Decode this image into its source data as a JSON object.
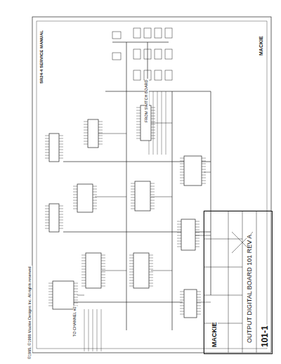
{
  "diagram": {
    "nodes": [
      {
        "text": [
          "MACKIE",
          "OUTPUT DIGITAL BOARD 101 REV A",
          "101-1"
        ]
      }
    ],
    "labels": [
      "SR24·4 SERVICE MANUAL",
      "MACKIE",
      "FROM SWITCH BOARD",
      "TO CHANNEL #2",
      "©1995, ©1999 Mackie Designs Inc. All rights reserved"
    ]
  }
}
